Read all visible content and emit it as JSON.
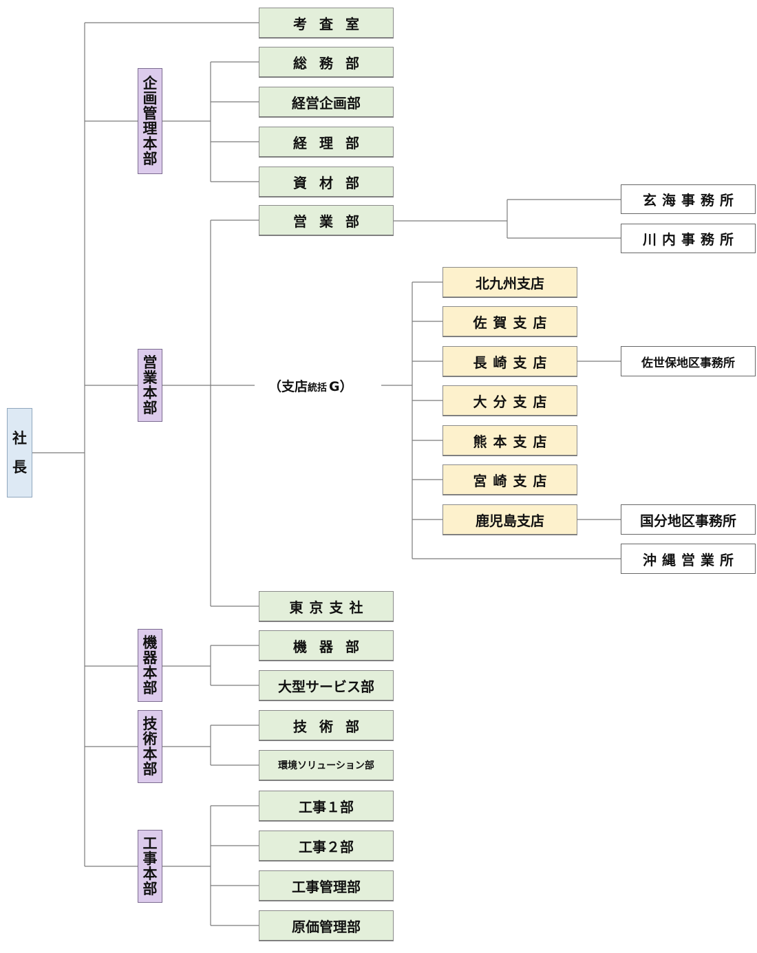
{
  "president": {
    "text": "社長"
  },
  "headquarters": [
    {
      "id": "kikaku",
      "text": "企画管理本部"
    },
    {
      "id": "eigyo",
      "text": "営業本部"
    },
    {
      "id": "kiki",
      "text": "機器本部"
    },
    {
      "id": "gijutsu",
      "text": "技術本部"
    },
    {
      "id": "koji",
      "text": "工事本部"
    }
  ],
  "departments": [
    {
      "id": "kosa",
      "text": "考査室"
    },
    {
      "id": "somu",
      "text": "総務部"
    },
    {
      "id": "keiei",
      "text": "経営企画部"
    },
    {
      "id": "keiri",
      "text": "経理部"
    },
    {
      "id": "shizai",
      "text": "資材部"
    },
    {
      "id": "eigyobu",
      "text": "営業部"
    },
    {
      "id": "tokyo",
      "text": "東京支社"
    },
    {
      "id": "kikibu",
      "text": "機器部"
    },
    {
      "id": "ogata",
      "text": "大型サービス部"
    },
    {
      "id": "gijutsubu",
      "text": "技術部"
    },
    {
      "id": "kankyo",
      "text": "環境ソリューション部"
    },
    {
      "id": "koji1",
      "text": "工事１部"
    },
    {
      "id": "koji2",
      "text": "工事２部"
    },
    {
      "id": "kojikanri",
      "text": "工事管理部"
    },
    {
      "id": "genka",
      "text": "原価管理部"
    }
  ],
  "branch_group": {
    "open": "（",
    "main": "支店",
    "sub": "統括",
    "letter": "G",
    "close": "）"
  },
  "branches": [
    {
      "id": "kitakyushu",
      "text": "北九州支店"
    },
    {
      "id": "saga",
      "text": "佐賀支店"
    },
    {
      "id": "nagasaki",
      "text": "長崎支店"
    },
    {
      "id": "oita",
      "text": "大分支店"
    },
    {
      "id": "kumamoto",
      "text": "熊本支店"
    },
    {
      "id": "miyazaki",
      "text": "宮崎支店"
    },
    {
      "id": "kagoshima",
      "text": "鹿児島支店"
    }
  ],
  "offices": [
    {
      "id": "genkai",
      "text": "玄海事務所"
    },
    {
      "id": "sendai",
      "text": "川内事務所"
    },
    {
      "id": "sasebo",
      "text": "佐世保地区事務所"
    },
    {
      "id": "kokubu",
      "text": "国分地区事務所"
    },
    {
      "id": "okinawa",
      "text": "沖縄営業所"
    }
  ],
  "colors": {
    "department_fill": "#e3efda",
    "branch_fill": "#fdf1cc",
    "headquarters_fill": "#dccbec",
    "president_fill": "#dde9f4",
    "office_fill": "#ffffff",
    "line": "#7a7a7a"
  }
}
